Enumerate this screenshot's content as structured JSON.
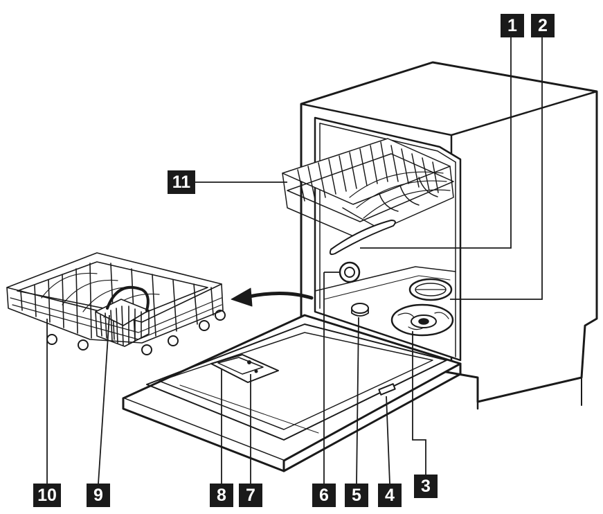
{
  "diagram": {
    "style": {
      "ink": "#1a1a1a",
      "paper": "#ffffff",
      "callout_fill": "#1a1a1a",
      "callout_text": "#ffffff"
    },
    "callouts": [
      {
        "id": "1",
        "label": "1"
      },
      {
        "id": "2",
        "label": "2"
      },
      {
        "id": "3",
        "label": "3"
      },
      {
        "id": "4",
        "label": "4"
      },
      {
        "id": "5",
        "label": "5"
      },
      {
        "id": "6",
        "label": "6"
      },
      {
        "id": "7",
        "label": "7"
      },
      {
        "id": "8",
        "label": "8"
      },
      {
        "id": "9",
        "label": "9"
      },
      {
        "id": "10",
        "label": "10"
      },
      {
        "id": "11",
        "label": "11"
      }
    ]
  }
}
